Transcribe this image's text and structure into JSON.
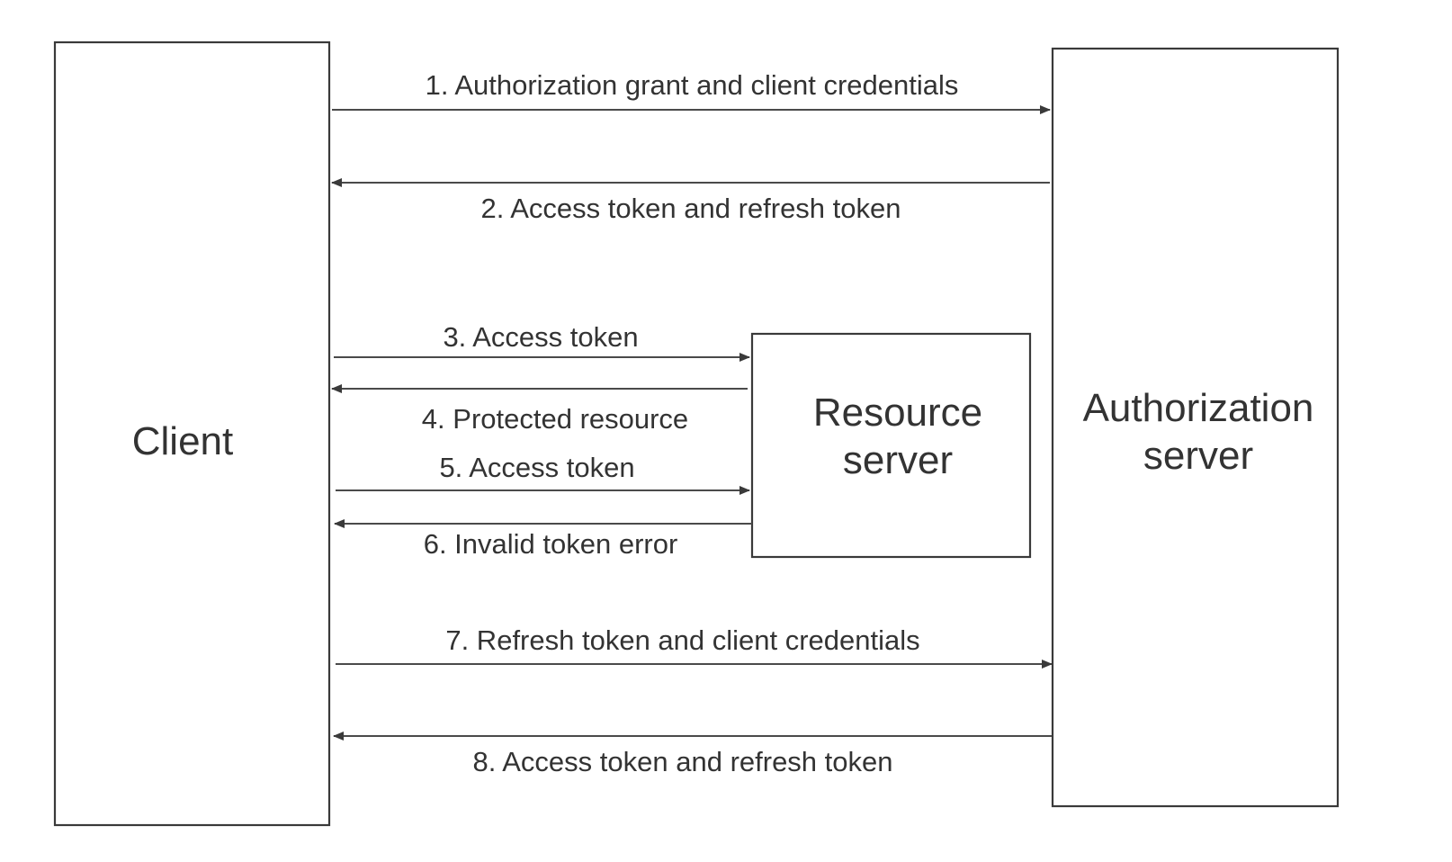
{
  "entities": {
    "client": {
      "label": "Client"
    },
    "resource_server": {
      "line1": "Resource",
      "line2": "server"
    },
    "authorization_server": {
      "line1": "Authorization",
      "line2": "server"
    }
  },
  "messages": [
    {
      "step": 1,
      "label": "1. Authorization grant and client credentials",
      "from": "client",
      "to": "authorization_server"
    },
    {
      "step": 2,
      "label": "2. Access token and refresh token",
      "from": "authorization_server",
      "to": "client"
    },
    {
      "step": 3,
      "label": "3. Access token",
      "from": "client",
      "to": "resource_server"
    },
    {
      "step": 4,
      "label": "4. Protected resource",
      "from": "resource_server",
      "to": "client"
    },
    {
      "step": 5,
      "label": "5. Access token",
      "from": "client",
      "to": "resource_server"
    },
    {
      "step": 6,
      "label": "6. Invalid token error",
      "from": "resource_server",
      "to": "client"
    },
    {
      "step": 7,
      "label": "7. Refresh token and client credentials",
      "from": "client",
      "to": "authorization_server"
    },
    {
      "step": 8,
      "label": "8. Access token and refresh token",
      "from": "authorization_server",
      "to": "client"
    }
  ]
}
